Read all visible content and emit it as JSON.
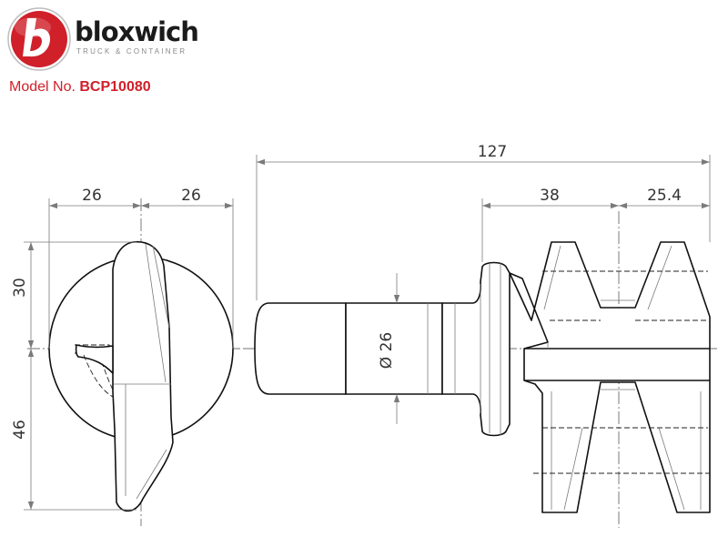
{
  "brand": {
    "name": "bloxwich",
    "tagline": "TRUCK & CONTAINER",
    "logo_letter": "b",
    "logo_color": "#d0202a"
  },
  "model": {
    "label": "Model No.",
    "number": "BCP10080"
  },
  "dimensions": {
    "front_left_width": "26",
    "front_right_width": "26",
    "front_upper_height": "30",
    "front_lower_height": "46",
    "side_overall_length": "127",
    "side_section_a": "38",
    "side_section_b": "25.4",
    "shank_diameter": "Ø 26"
  },
  "colors": {
    "accent": "#d0202a",
    "line": "#111111",
    "dimension": "#7a7a7a"
  }
}
